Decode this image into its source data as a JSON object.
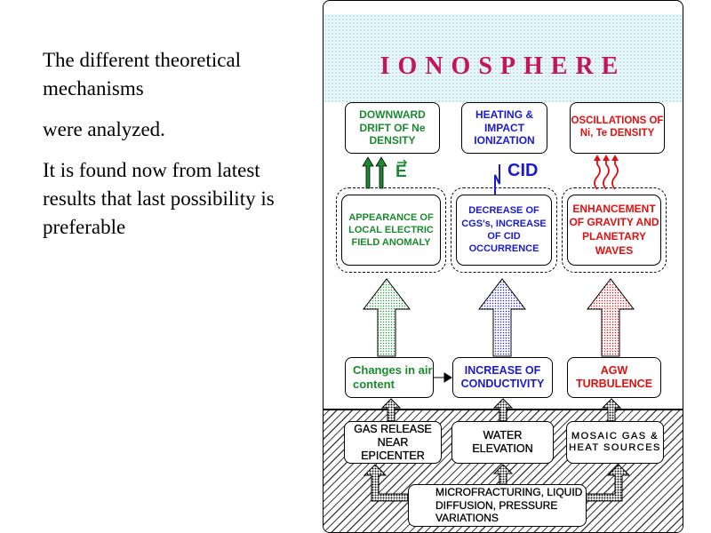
{
  "intro": {
    "line1": "The different theoretical mechanisms",
    "line2": "were analyzed.",
    "line3": "It is found now from latest results that last possibility is preferable"
  },
  "diagram": {
    "title": "IONOSPHERE",
    "top_boxes": {
      "left": "DOWNWARD DRIFT OF  Ne DENSITY",
      "center": "HEATING & IMPACT IONIZATION",
      "right": "OSCILLATIONS OF  Ni, Te DENSITY"
    },
    "symbols": {
      "field": "E",
      "cid": "CID"
    },
    "mid_boxes": {
      "left": "APPEARANCE OF LOCAL ELECTRIC FIELD ANOMALY",
      "center": "DECREASE OF CGS's, INCREASE OF CID OCCURRENCE",
      "right": "ENHANCEMENT OF GRAVITY AND PLANETARY WAVES"
    },
    "lower_boxes": {
      "left": "Changes in air content",
      "center": "INCREASE  OF CONDUCTIVITY",
      "right": "AGW TURBULENCE"
    },
    "ground_boxes": {
      "left": "GAS RELEASE NEAR EPICENTER",
      "center": "WATER ELEVATION",
      "right": "MOSAIC GAS & HEAT SOURCES"
    },
    "source_box": "MICROFRACTURING, LIQUID DIFFUSION, PRESSURE VARIATIONS"
  },
  "colors": {
    "title": "#c4145c",
    "green": "#1a8a2e",
    "blue": "#1a1ad0",
    "red": "#e01010"
  }
}
